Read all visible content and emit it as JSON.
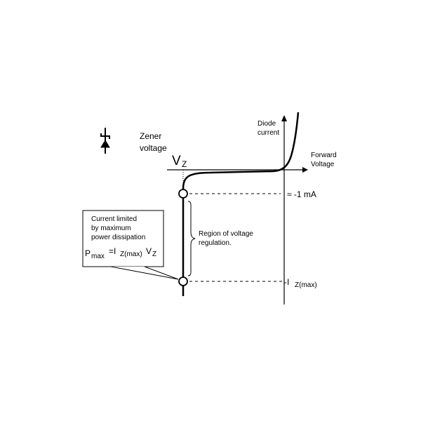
{
  "labels": {
    "zener_line1": "Zener",
    "zener_line2": "voltage",
    "vz_main": "V",
    "vz_sub": "Z",
    "diode_line1": "Diode",
    "diode_line2": "current",
    "forward_line1": "Forward",
    "forward_line2": "Voltage",
    "approx_current": "≈ -1 mA",
    "region_line1": "Region of voltage",
    "region_line2": "regulation.",
    "izmax_prefix": "-I",
    "izmax_sub": "Z(max)",
    "callout_line1": "Current limited",
    "callout_line2": "by maximum",
    "callout_line3": "power dissipation",
    "formula_p": "P",
    "formula_p_sub": "max",
    "formula_eq": "=I",
    "formula_i_sub": "Z(max)",
    "formula_v": "V",
    "formula_v_sub": "Z"
  },
  "icons": {
    "zener_symbol": "zener-diode-symbol"
  },
  "colors": {
    "stroke": "#000000",
    "background": "#ffffff"
  }
}
